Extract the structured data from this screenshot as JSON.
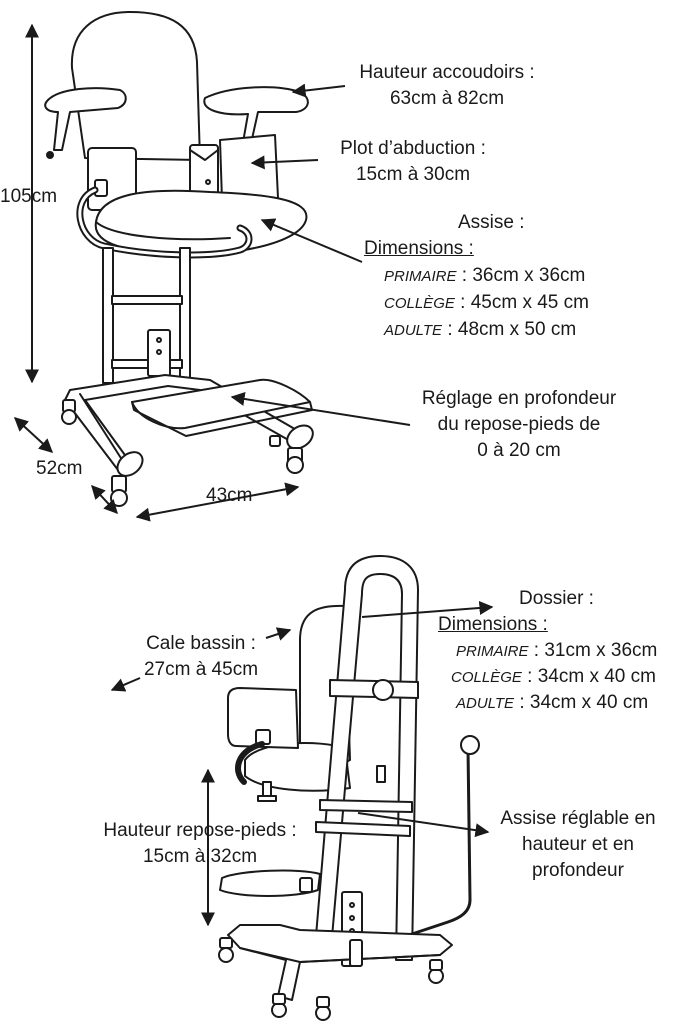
{
  "top": {
    "armrest": {
      "title": "Hauteur accoudoirs :",
      "value": "63cm à 82cm"
    },
    "abduction": {
      "title": "Plot d’abduction :",
      "value": "15cm à 30cm"
    },
    "seat": {
      "title": "Assise :",
      "dimensions_label": "Dimensions :",
      "rows": [
        {
          "size": "PRIMAIRE",
          "value": ": 36cm x 36cm"
        },
        {
          "size": "COLLÈGE",
          "value": ": 45cm x 45 cm"
        },
        {
          "size": "ADULTE",
          "value": ": 48cm x 50 cm"
        }
      ]
    },
    "footrest_depth": {
      "line1": "Réglage en profondeur",
      "line2": "du repose-pieds de",
      "line3": "0 à 20 cm"
    },
    "height": "105cm",
    "depth": "52cm",
    "width": "43cm"
  },
  "bottom": {
    "backrest": {
      "title": "Dossier :",
      "dimensions_label": "Dimensions :",
      "rows": [
        {
          "size": "PRIMAIRE",
          "value": ": 31cm x 36cm"
        },
        {
          "size": "COLLÈGE",
          "value": ": 34cm x 40 cm"
        },
        {
          "size": "ADULTE",
          "value": ": 34cm x 40 cm"
        }
      ]
    },
    "pelvis_wedge": {
      "title": "Cale bassin :",
      "value": "27cm à 45cm"
    },
    "footrest_height": {
      "title": "Hauteur repose-pieds :",
      "value": "15cm à 32cm"
    },
    "seat_adjust": {
      "line1": "Assise réglable en",
      "line2": "hauteur et en",
      "line3": "profondeur"
    }
  }
}
